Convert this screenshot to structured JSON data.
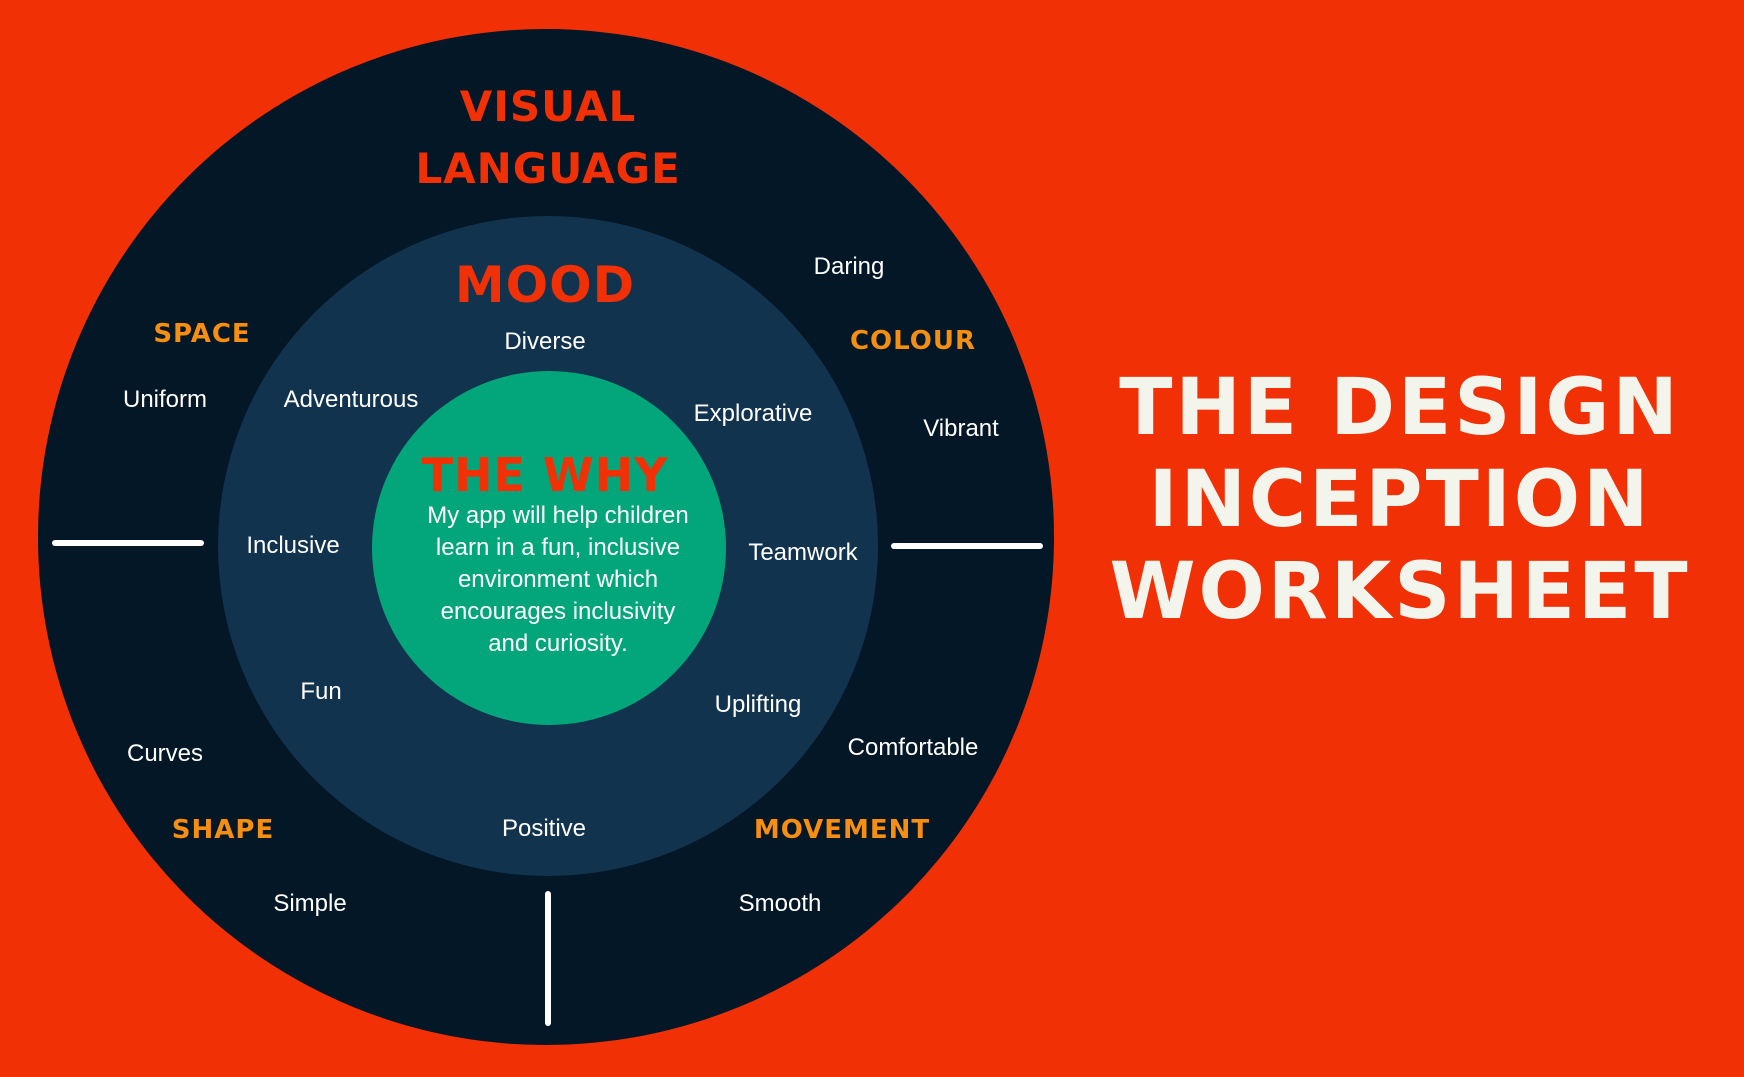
{
  "diagram": {
    "outer_ring": {
      "title_lines": [
        "VISUAL",
        "LANGUAGE"
      ],
      "categories": {
        "space": "SPACE",
        "colour": "COLOUR",
        "shape": "SHAPE",
        "movement": "MOVEMENT"
      },
      "words": {
        "daring": "Daring",
        "uniform": "Uniform",
        "vibrant": "Vibrant",
        "curves": "Curves",
        "comfortable": "Comfortable",
        "simple": "Simple",
        "smooth": "Smooth"
      }
    },
    "middle_ring": {
      "title": "MOOD",
      "words": {
        "diverse": "Diverse",
        "adventurous": "Adventurous",
        "explorative": "Explorative",
        "inclusive": "Inclusive",
        "teamwork": "Teamwork",
        "fun": "Fun",
        "uplifting": "Uplifting",
        "positive": "Positive"
      }
    },
    "center": {
      "title": "THE WHY",
      "text": "My app will help children learn in a fun, inclusive environment which encourages inclusivity and curiosity."
    }
  },
  "page_title_lines": [
    "THE DESIGN",
    "INCEPTION",
    "WORKSHEET"
  ],
  "colors": {
    "background": "#f23005",
    "outer_ring": "#031726",
    "middle_ring": "#12334e",
    "center": "#03a67a",
    "heading_red": "#f23005",
    "category_orange": "#f68e12",
    "title_cream": "#f3f5ec"
  }
}
